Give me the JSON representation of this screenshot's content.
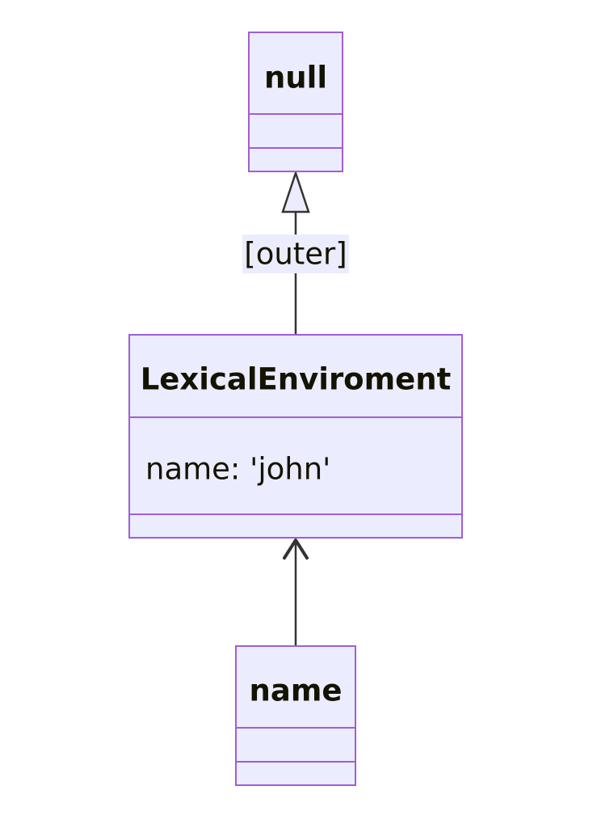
{
  "diagram": {
    "type": "class-diagram",
    "classes": {
      "null": {
        "name": "null",
        "attributes": [],
        "methods": []
      },
      "lexical": {
        "name": "LexicalEnviroment",
        "attributes": [
          "name: 'john'"
        ],
        "methods": []
      },
      "name": {
        "name": "name",
        "attributes": [],
        "methods": []
      }
    },
    "relations": [
      {
        "from": "LexicalEnviroment",
        "to": "null",
        "kind": "inheritance",
        "label": "[outer]"
      },
      {
        "from": "name",
        "to": "LexicalEnviroment",
        "kind": "association",
        "label": ""
      }
    ]
  },
  "colors": {
    "box_fill": "#ECECFF",
    "box_stroke": "#9e5ed8",
    "edge": "#333333",
    "text": "#131300"
  }
}
